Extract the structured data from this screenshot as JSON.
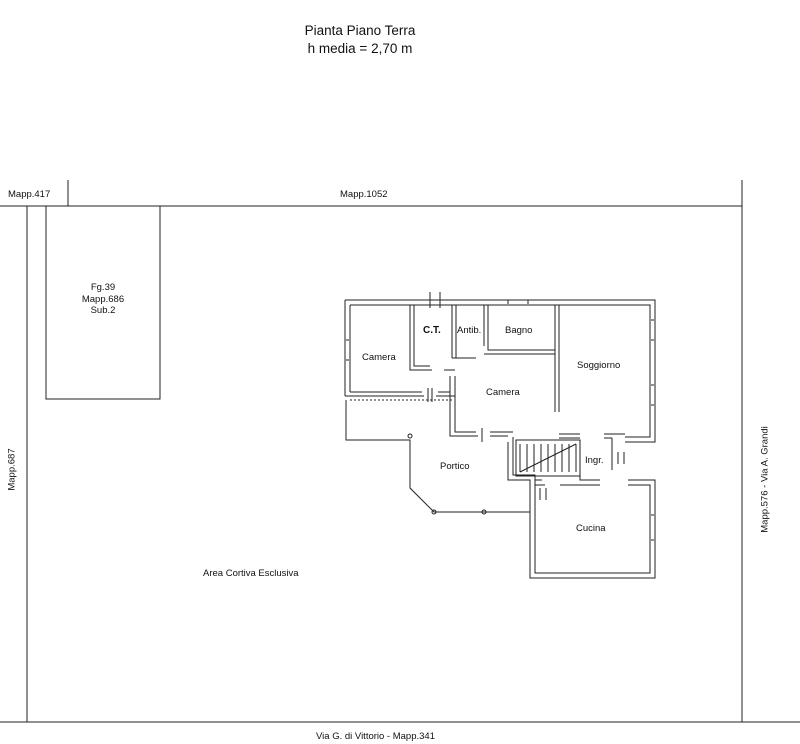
{
  "title": {
    "line1": "Pianta Piano Terra",
    "line2": "h media = 2,70 m"
  },
  "boundary": {
    "top_left": "Mapp.417",
    "top": "Mapp.1052",
    "left": "Mapp.687",
    "right": "Mapp.576 - Via A. Grandi",
    "bottom": "Via G. di Vittorio - Mapp.341"
  },
  "outbuilding": {
    "line1": "Fg.39",
    "line2": "Mapp.686",
    "line3": "Sub.2"
  },
  "area_label": "Area Cortiva Esclusiva",
  "rooms": {
    "camera1": "Camera",
    "ct": "C.T.",
    "antib": "Antib.",
    "bagno": "Bagno",
    "camera2": "Camera",
    "soggiorno": "Soggiorno",
    "portico": "Portico",
    "ingr": "Ingr.",
    "cucina": "Cucina"
  }
}
